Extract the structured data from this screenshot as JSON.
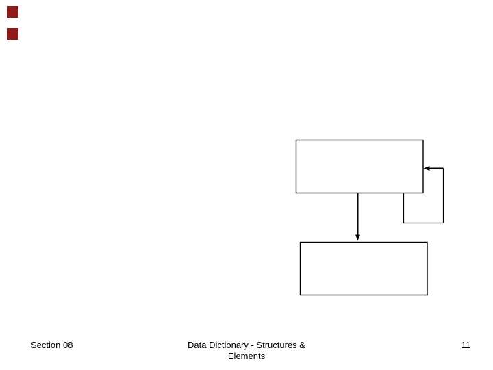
{
  "slide": {
    "background_color": "#ffffff",
    "decorations": {
      "square_color": "#8e1b1b"
    },
    "diagram": {
      "line_color": "#000000",
      "box_fill": "#ffffff",
      "boxes": [
        {
          "name": "top-box",
          "label": ""
        },
        {
          "name": "bottom-box",
          "label": ""
        }
      ],
      "connectors": [
        {
          "name": "self-loop",
          "from": "top-box-bottom-edge",
          "to": "top-box-right-edge"
        },
        {
          "name": "down-arrow",
          "from": "top-box",
          "to": "bottom-box"
        }
      ]
    },
    "footer": {
      "section": "Section 08",
      "title": "Data Dictionary - Structures & Elements",
      "page_number": "11"
    }
  }
}
